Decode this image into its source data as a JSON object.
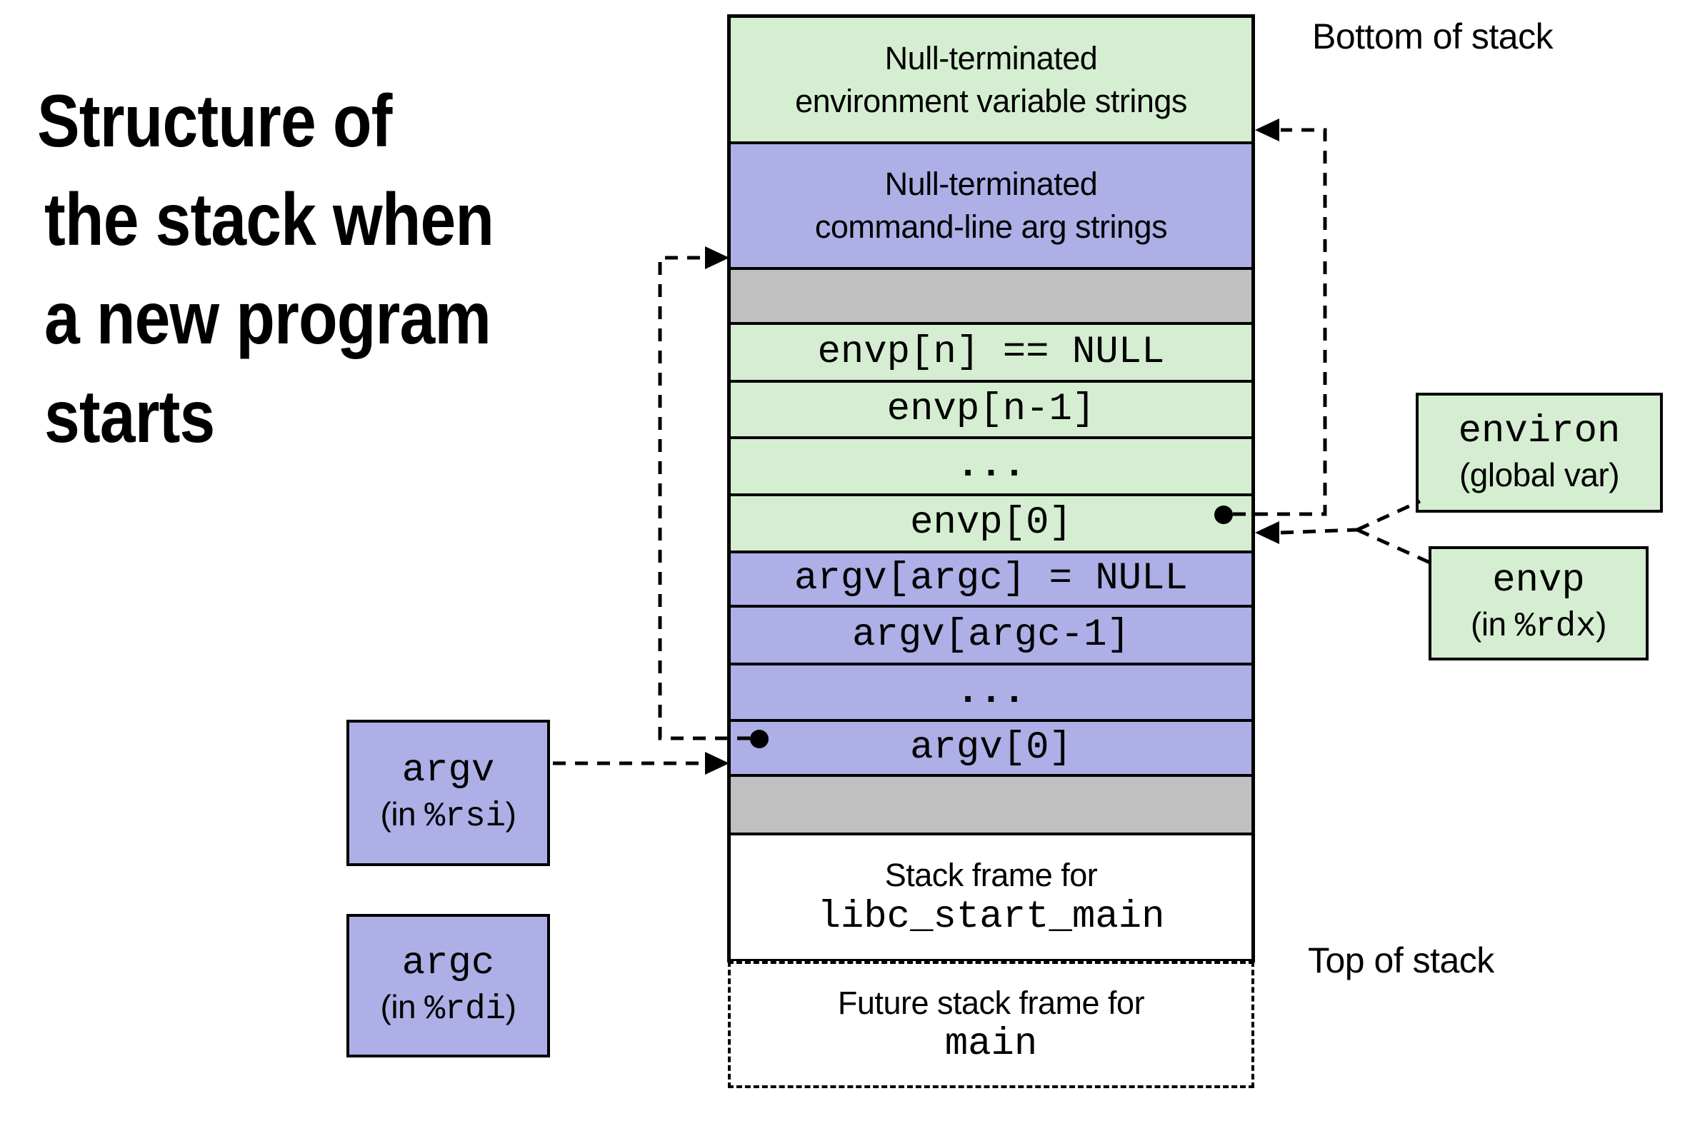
{
  "colors": {
    "green": "#d5eed1",
    "purple": "#aeafe6",
    "gray": "#c0c0c0",
    "border": "#000000",
    "background": "#ffffff"
  },
  "title": {
    "line1": "Structure of",
    "line2": "the stack when",
    "line3": "a new program",
    "line4": "starts"
  },
  "annotations": {
    "bottom_of_stack": "Bottom of stack",
    "top_of_stack": "Top of stack"
  },
  "stack": {
    "env_strings": "Null-terminated\nenvironment variable strings",
    "arg_strings": "Null-terminated\ncommand-line arg strings",
    "rows": [
      "envp[n] == NULL",
      "envp[n-1]",
      "...",
      "envp[0]",
      "argv[argc] = NULL",
      "argv[argc-1]",
      "...",
      "argv[0]"
    ],
    "libc_frame": {
      "line1": "Stack frame for",
      "line2": "libc_start_main"
    },
    "future_frame": {
      "line1": "Future stack frame for",
      "line2": "main"
    }
  },
  "side_boxes": {
    "environ": {
      "line1": "environ",
      "line2": "(global var)"
    },
    "envp": {
      "name": "envp",
      "prefix": "(in ",
      "register": "%rdx",
      "suffix": ")"
    },
    "argv": {
      "name": "argv",
      "prefix": "(in ",
      "register": "%rsi",
      "suffix": ")"
    },
    "argc": {
      "name": "argc",
      "prefix": "(in ",
      "register": "%rdi",
      "suffix": ")"
    }
  }
}
